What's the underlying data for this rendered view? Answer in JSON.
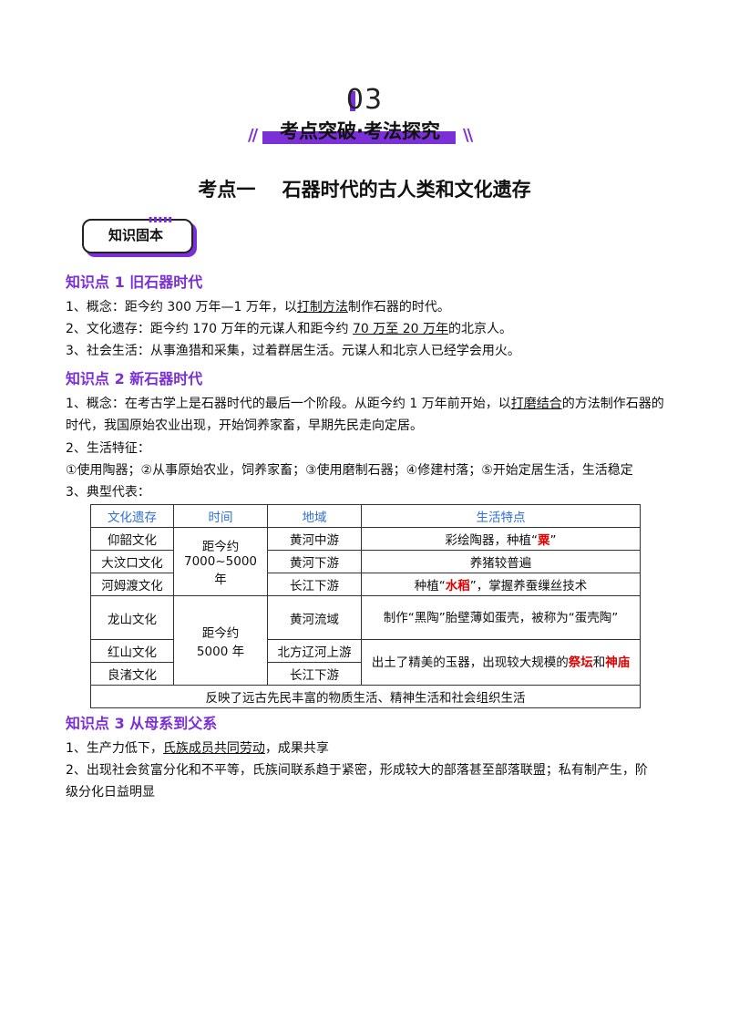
{
  "section": {
    "number": "03",
    "banner": "考点突破·考法探究"
  },
  "main_title": "考点一    石器时代的古人类和文化遗存",
  "badge": "知识固本",
  "kp1": {
    "title": "知识点 1  旧石器时代",
    "l1a": "1、概念：距今约 300 万年—1 万年，以",
    "l1u": "打制方法",
    "l1b": "制作石器的时代。",
    "l2a": "2、文化遗存：距今约 170 万年的元谋人和距今约 ",
    "l2u": "70 万至 20 万年",
    "l2b": "的北京人。",
    "l3": "3、社会生活：从事渔猎和采集，过着群居生活。元谋人和北京人已经学会用火。"
  },
  "kp2": {
    "title": "知识点 2  新石器时代",
    "l1a": "1、概念：在考古学上是石器时代的最后一个阶段。从距今约 1 万年前开始，以",
    "l1u": "打磨结合",
    "l1b": "的方法制作石器的",
    "l1c": "时代，我国原始农业出现，开始饲养家畜，早期先民走向定居。",
    "l2": "2、生活特征：",
    "l3": "①使用陶器；②从事原始农业，饲养家畜；③使用磨制石器；④修建村落；⑤开始定居生活，生活稳定",
    "l4": "3、典型代表："
  },
  "table": {
    "headers": [
      "文化遗存",
      "时间",
      "地域",
      "生活特点"
    ],
    "r1": {
      "c": "仰韶文化",
      "region": "黄河中游",
      "fa": "彩绘陶器，种植“",
      "fr": "粟",
      "fb": "”"
    },
    "r2": {
      "c": "大汶口文化",
      "region": "黄河下游",
      "f": "养猪较普遍"
    },
    "r3": {
      "c": "河姆渡文化",
      "region": "长江下游",
      "fa": "种植“",
      "fr": "水稻",
      "fb": "”，掌握养蚕缫丝技术"
    },
    "time1a": "距今约",
    "time1b": "7000~5000 年",
    "r4": {
      "c": "龙山文化",
      "region": "黄河流域",
      "f": "制作“黑陶”胎壁薄如蛋壳，被称为“蛋壳陶”"
    },
    "r5": {
      "c": "红山文化",
      "region": "北方辽河上游",
      "fa": "出土了精美的玉器，出现较大规模的",
      "fr1": "祭坛",
      "fm": "和",
      "fr2": "神庙"
    },
    "r6": {
      "c": "良渚文化",
      "region": "长江下游"
    },
    "time2a": "距今约",
    "time2b": "5000 年",
    "footer": "反映了远古先民丰富的物质生活、精神生活和社会组织生活"
  },
  "kp3": {
    "title": "知识点 3  从母系到父系",
    "l1a": "1、生产力低下，",
    "l1u": "氏族成员共同劳动",
    "l1b": "，成果共享",
    "l2": "2、出现社会贫富分化和不平等，氏族间联系趋于紧密，形成较大的部落甚至部落联盟；私有制产生，阶",
    "l3": "级分化日益明显"
  },
  "colors": {
    "accent": "#7b2fd6",
    "header_blue": "#2f6fd6",
    "highlight_red": "#e00000"
  }
}
